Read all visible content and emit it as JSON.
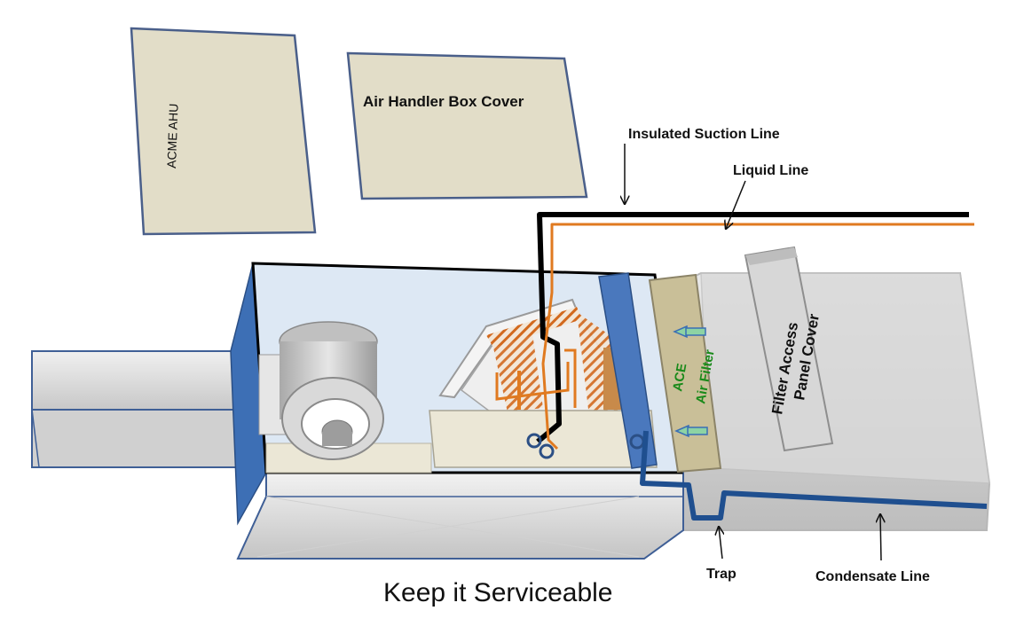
{
  "colors": {
    "cover_fill": "#e2ddc8",
    "cover_stroke": "#4a5f8a",
    "cabinet_fill": "#dde8f4",
    "duct_fill": "#d6d6d6",
    "filter_fill": "#c9bf98",
    "filter_text": "#1a8a1a",
    "suction_line": "#000000",
    "liquid_line": "#e07a20",
    "condensate_line": "#1f4f8f",
    "coil_hatch": "#d2691e"
  },
  "covers": {
    "ahu_label": "ACME AHU",
    "box_cover_label": "Air Handler Box Cover"
  },
  "labels": {
    "insulated_suction_line": "Insulated Suction Line",
    "liquid_line": "Liquid Line",
    "trap": "Trap",
    "condensate_line": "Condensate Line"
  },
  "filter": {
    "line1": "ACE",
    "line2": "Air Filter"
  },
  "filter_panel": {
    "line1": "Filter Access",
    "line2": "Panel Cover"
  },
  "caption": "Keep it Serviceable"
}
